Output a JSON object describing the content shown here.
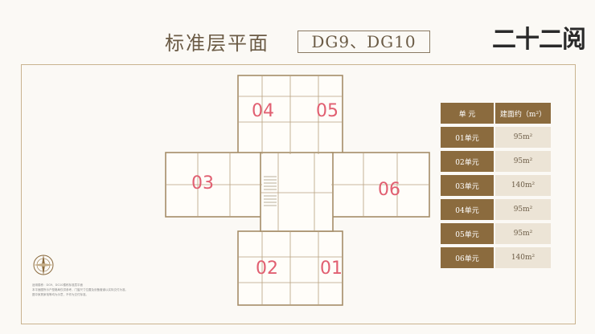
{
  "header": {
    "title": "标准层平面",
    "building_code": "DG9、DG10",
    "logo_text": "二十二阅"
  },
  "plan": {
    "unit_labels": [
      "04",
      "05",
      "03",
      "06",
      "02",
      "01"
    ]
  },
  "table": {
    "header": {
      "unit": "单 元",
      "area": "建面约（m²）"
    },
    "rows": [
      {
        "unit": "01单元",
        "area": "95m²"
      },
      {
        "unit": "02单元",
        "area": "95m²"
      },
      {
        "unit": "03单元",
        "area": "140m²"
      },
      {
        "unit": "04单元",
        "area": "95m²"
      },
      {
        "unit": "05单元",
        "area": "95m²"
      },
      {
        "unit": "06单元",
        "area": "140m²"
      }
    ]
  },
  "notes": {
    "line1": "适用楼栋：DG9、DG10楼栋标准层平面",
    "line2": "本平面图所示户型格局仅供参考，门窗尺寸位置及设备管道以实际交付为准。",
    "line3": "图中家具家电等均为示意，不作为交付标准。"
  },
  "colors": {
    "accent": "#8b6b3e",
    "label": "#e15f71",
    "line": "#a58d68"
  }
}
